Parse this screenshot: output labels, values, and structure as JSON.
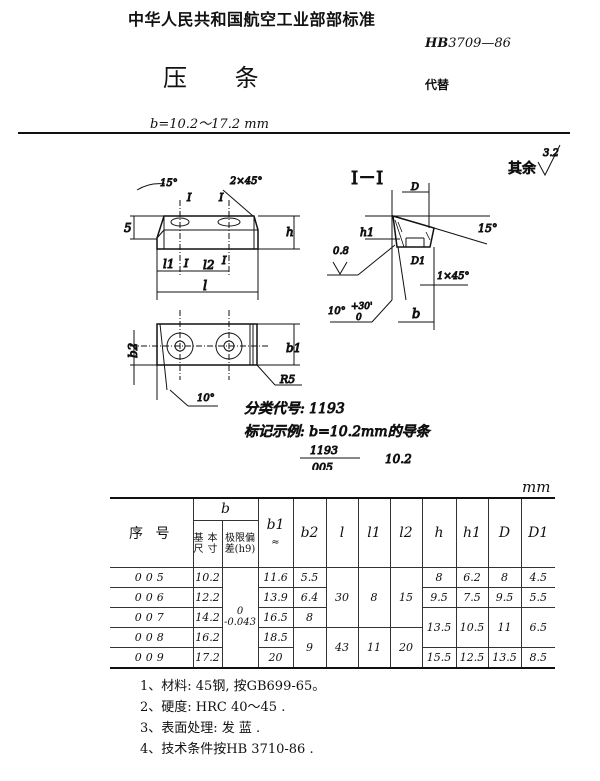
{
  "header": {
    "standard_org": "中华人民共和国航空工业部部标准",
    "standard_prefix": "HB",
    "standard_number": "3709—86",
    "part_name": "压 条",
    "replaces_label": "代替",
    "size_range": "b=10.2～17.2 mm"
  },
  "drawing": {
    "front": {
      "angle": "15°",
      "section_mark": "I",
      "chamfer": "2×45°",
      "height_5": "5",
      "h": "h",
      "l1": "l1",
      "l2": "l2",
      "l": "l"
    },
    "plan": {
      "b2": "b2",
      "b1": "b1",
      "radius": "R5",
      "angle": "10°"
    },
    "section": {
      "title": "I－I",
      "D": "D",
      "h1": "h1",
      "angle": "15°",
      "roughness": "0.8",
      "D1": "D1",
      "chamfer": "1×45°",
      "angle_tol": "10°",
      "angle_tol_upper": "+30'",
      "angle_tol_lower": "0",
      "b": "b"
    },
    "surface": {
      "label": "其余",
      "value": "3.2"
    },
    "classification": "分类代号: 1193",
    "marking_example": "标记示例: b=10.2mm的导条",
    "marking_numerator": "1193",
    "marking_denominator": "005",
    "marking_value": "10.2"
  },
  "table": {
    "unit": "mm",
    "headers": {
      "seq": "序 号",
      "b": "b",
      "b_basic": "基本尺寸",
      "b_tol": "极限偏差(h9)",
      "b1": "b1",
      "b1_approx": "≈",
      "b2": "b2",
      "l": "l",
      "l1": "l1",
      "l2": "l2",
      "h": "h",
      "h1": "h1",
      "D": "D",
      "D1": "D1"
    },
    "tolerance_upper": "0",
    "tolerance_lower": "-0.043",
    "rows": [
      {
        "seq": "005",
        "b": "10.2",
        "b1": "11.6",
        "b2": "5.5",
        "h": "8",
        "h1": "6.2",
        "D": "8",
        "D1": "4.5"
      },
      {
        "seq": "006",
        "b": "12.2",
        "b1": "13.9",
        "b2": "6.4",
        "h": "9.5",
        "h1": "7.5",
        "D": "9.5",
        "D1": "5.5"
      },
      {
        "seq": "007",
        "b": "14.2",
        "b1": "16.5",
        "b2": "8"
      },
      {
        "seq": "008",
        "b": "16.2",
        "b1": "18.5"
      },
      {
        "seq": "009",
        "b": "17.2",
        "b1": "20",
        "h": "15.5",
        "h1": "12.5",
        "D": "13.5",
        "D1": "8.5"
      }
    ],
    "merged": {
      "b2_89": "9",
      "l_567": "30",
      "l_89": "43",
      "l1_567": "8",
      "l1_89": "11",
      "l2_567": "15",
      "l2_89": "20",
      "h_78": "13.5",
      "h1_78": "10.5",
      "D_78": "11",
      "D1_78": "6.5"
    }
  },
  "notes": [
    "1、材料: 45钢, 按GB699-65。",
    "2、硬度: HRC 40～45 .",
    "3、表面处理: 发 蓝 .",
    "4、技术条件按HB 3710-86 ."
  ]
}
